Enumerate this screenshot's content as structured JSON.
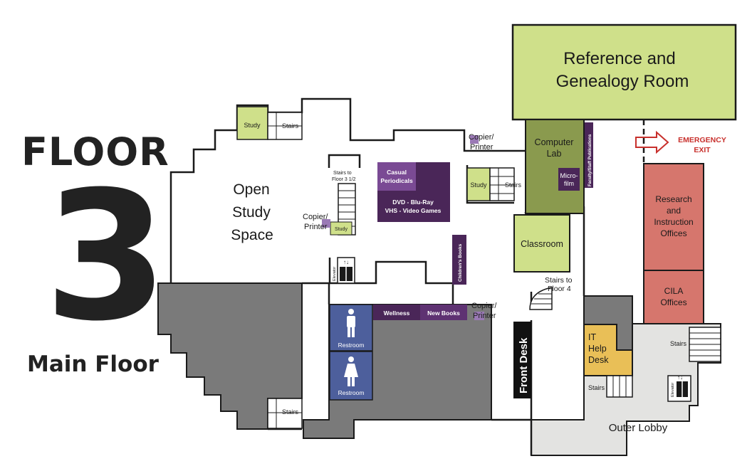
{
  "title": {
    "floor_word": "FLOOR",
    "floor_number": "3",
    "subtitle": "Main Floor"
  },
  "rooms": {
    "reference": [
      "Reference and",
      "Genealogy Room"
    ],
    "computer_lab": [
      "Computer",
      "Lab"
    ],
    "microfilm": [
      "Micro-",
      "film"
    ],
    "faculty_pubs": "Faculty/Staff Publications",
    "classroom": "Classroom",
    "research": [
      "Research",
      "and",
      "Instruction",
      "Offices"
    ],
    "cila": [
      "CILA",
      "Offices"
    ],
    "it_help": [
      "IT",
      "Help",
      "Desk"
    ],
    "outer_lobby": "Outer Lobby",
    "open_study": [
      "Open",
      "Study",
      "Space"
    ],
    "study": "Study",
    "casual": [
      "Casual",
      "Periodicals"
    ],
    "dvd": [
      "DVD - Blu-Ray",
      "VHS - Video Games"
    ],
    "childrens": "Children's Books",
    "wellness": "Wellness",
    "new_books": "New Books",
    "restroom": "Restroom",
    "front_desk": "Front Desk"
  },
  "labels": {
    "stairs": "Stairs",
    "stairs_half": [
      "Stairs to",
      "Floor 3 1/2"
    ],
    "stairs_floor4": [
      "Stairs to",
      "Floor 4"
    ],
    "copier": [
      "Copier/",
      "Printer"
    ],
    "elevator": "Elevator",
    "emergency_exit": [
      "EMERGENCY",
      "EXIT"
    ]
  },
  "colors": {
    "lime": "#cfe08a",
    "olive": "#8a9a4e",
    "purple": "#4a2658",
    "purple_light": "#9a79b5",
    "salmon": "#d6766d",
    "gold": "#e9bf57",
    "blue": "#4d5f9c",
    "gray": "#7a7a7a",
    "light_gray": "#e3e3e1",
    "exit_red": "#c8302c"
  }
}
